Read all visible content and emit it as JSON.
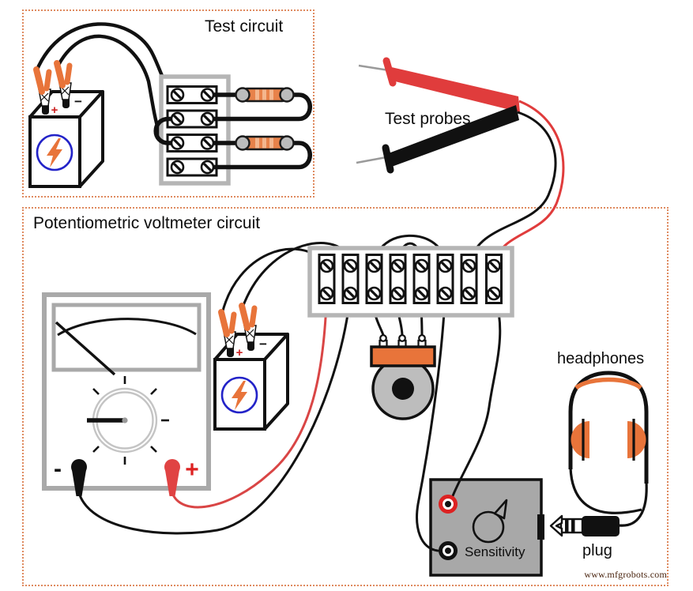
{
  "titles": {
    "test_circuit": "Test circuit",
    "test_probes": "Test probes",
    "voltmeter_circuit": "Potentiometric voltmeter circuit",
    "headphones": "headphones",
    "plug": "plug",
    "sensitivity": "Sensitivity",
    "watermark": "www.mfgrobots.com"
  },
  "symbols": {
    "battery_plus": "+",
    "battery_minus": "−",
    "meter_minus": "-",
    "meter_plus": "+"
  },
  "colors": {
    "accent_orange": "#E8743A",
    "wire_red": "#D94545",
    "probe_red": "#E03C3C",
    "battery_emblem_blue": "#2323C8",
    "dotted_border": "#DF8A5F",
    "panel_gray": "#A8A8A8",
    "frame_gray": "#B5B5B5"
  }
}
